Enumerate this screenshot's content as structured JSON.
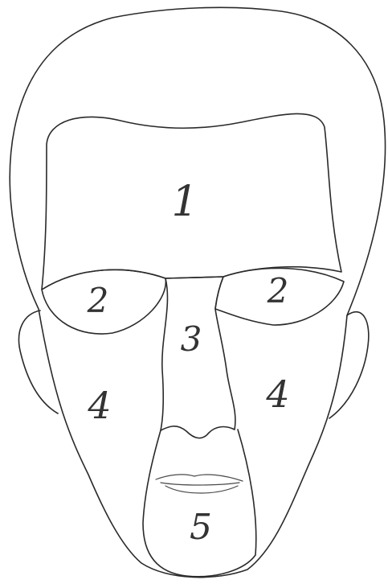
{
  "diagram": {
    "labels": {
      "forehead": "1",
      "eye_left": "2",
      "eye_right": "2",
      "nose": "3",
      "cheek_left": "4",
      "cheek_right": "4",
      "mouth_chin": "5"
    },
    "stroke_color": "#2a2a2a",
    "background": "#ffffff"
  }
}
